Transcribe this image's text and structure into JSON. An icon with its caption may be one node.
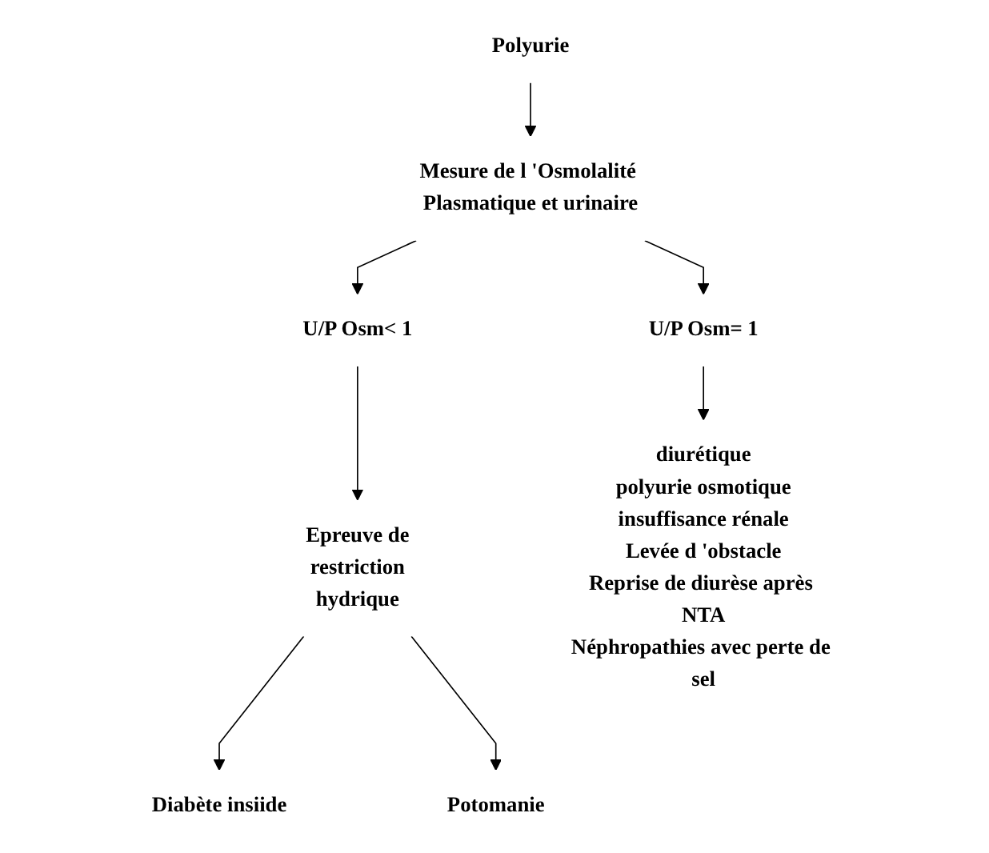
{
  "diagram": {
    "nodes": [
      {
        "text": [
          "Polyurie"
        ]
      },
      {
        "text": [
          "Mesure de l 'Osmolalité Plasmatique et urinaire"
        ]
      },
      {
        "text": [
          "U/P Osm< 1"
        ]
      },
      {
        "text": [
          "U/P Osm= 1"
        ]
      },
      {
        "text": [
          "Epreuve de restriction hydrique"
        ]
      },
      {
        "text": [
          "diurétique",
          "polyurie osmotique",
          "insuffisance rénale",
          "Levée d 'obstacle",
          "Reprise de diurèse après NTA",
          "Néphropathies avec perte de sel"
        ]
      },
      {
        "text": [
          "Diabète insiide"
        ]
      },
      {
        "text": [
          "Potomanie"
        ]
      }
    ],
    "edges": [
      {
        "from": 0,
        "to": 1,
        "arrow": "to"
      },
      {
        "from": 1,
        "to": 2,
        "arrow": "to"
      },
      {
        "from": 1,
        "to": 3,
        "arrow": "to"
      },
      {
        "from": 2,
        "to": 4,
        "arrow": "to"
      },
      {
        "from": 3,
        "to": 5,
        "arrow": "to"
      },
      {
        "from": 4,
        "to": 6,
        "arrow": "to"
      },
      {
        "from": 4,
        "to": 7,
        "arrow": "to"
      }
    ]
  }
}
